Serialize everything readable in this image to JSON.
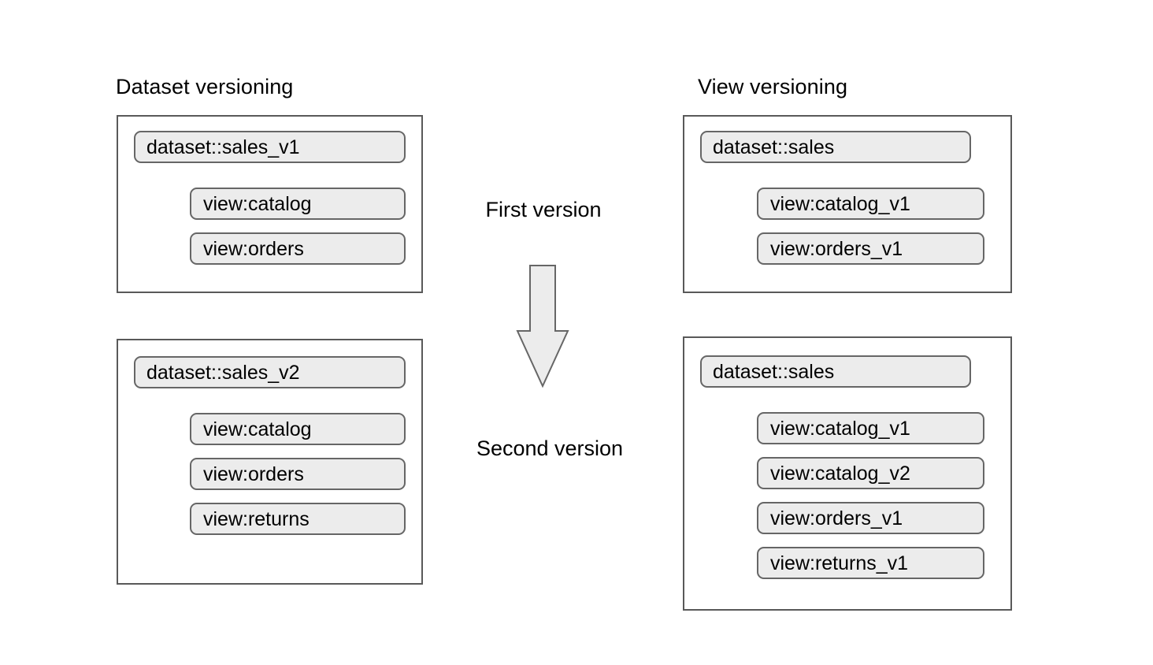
{
  "diagram": {
    "type": "comparison-diagram",
    "background_color": "#ffffff",
    "panel_border_color": "#595959",
    "pill_fill_color": "#ececec",
    "pill_border_color": "#666666",
    "arrow_fill_color": "#ececec",
    "arrow_border_color": "#666666",
    "text_color": "#000000"
  },
  "columns": [
    {
      "id": "dataset-versioning",
      "title": "Dataset versioning",
      "panels": [
        {
          "id": "dataset-versioning-first",
          "stage": "First version",
          "dataset": "dataset::sales_v1",
          "views": [
            "view:catalog",
            "view:orders"
          ]
        },
        {
          "id": "dataset-versioning-second",
          "stage": "Second version",
          "dataset": "dataset::sales_v2",
          "views": [
            "view:catalog",
            "view:orders",
            "view:returns"
          ]
        }
      ]
    },
    {
      "id": "view-versioning",
      "title": "View versioning",
      "panels": [
        {
          "id": "view-versioning-first",
          "stage": "First version",
          "dataset": "dataset::sales",
          "views": [
            "view:catalog_v1",
            "view:orders_v1"
          ]
        },
        {
          "id": "view-versioning-second",
          "stage": "Second version",
          "dataset": "dataset::sales",
          "views": [
            "view:catalog_v1",
            "view:catalog_v2",
            "view:orders_v1",
            "view:returns_v1"
          ]
        }
      ]
    }
  ],
  "flow": {
    "first_label": "First version",
    "second_label": "Second version",
    "arrow_icon": "down-arrow-icon",
    "arrow_direction": "down"
  }
}
